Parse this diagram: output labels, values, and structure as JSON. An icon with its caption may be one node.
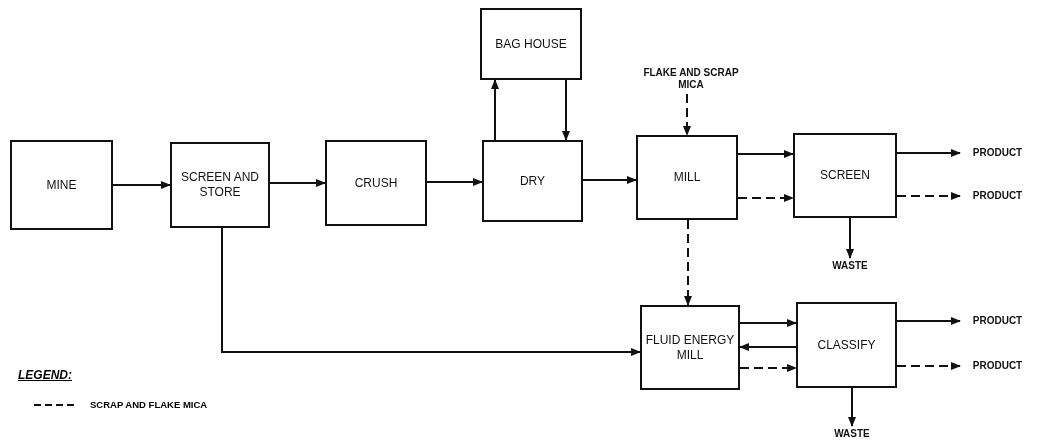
{
  "diagram": {
    "nodes": [
      {
        "text": [
          "MINE"
        ]
      },
      {
        "text": [
          "SCREEN AND STORE"
        ]
      },
      {
        "text": [
          "CRUSH"
        ]
      },
      {
        "text": [
          "BAG HOUSE"
        ]
      },
      {
        "text": [
          "DRY"
        ]
      },
      {
        "text": [
          "MILL"
        ]
      },
      {
        "text": [
          "SCREEN"
        ]
      },
      {
        "text": [
          "FLUID ENERGY MILL"
        ]
      },
      {
        "text": [
          "CLASSIFY"
        ]
      },
      {
        "text": [
          "FLAKE AND SCRAP MICA"
        ]
      },
      {
        "text": [
          "PRODUCT"
        ]
      },
      {
        "text": [
          "PRODUCT"
        ]
      },
      {
        "text": [
          "WASTE"
        ]
      },
      {
        "text": [
          "PRODUCT"
        ]
      },
      {
        "text": [
          "PRODUCT"
        ]
      },
      {
        "text": [
          "WASTE"
        ]
      }
    ],
    "edges": [
      {
        "from": 0,
        "to": 1,
        "arrow": "to"
      },
      {
        "from": 1,
        "to": 2,
        "arrow": "to"
      },
      {
        "from": 2,
        "to": 4,
        "arrow": "to"
      },
      {
        "from": 4,
        "to": 3,
        "arrow": "to"
      },
      {
        "from": 3,
        "to": 4,
        "arrow": "to"
      },
      {
        "from": 4,
        "to": 5,
        "arrow": "to"
      },
      {
        "from": 9,
        "to": 5,
        "arrow": "to",
        "style": "dashed"
      },
      {
        "from": 5,
        "to": 6,
        "arrow": "to"
      },
      {
        "from": 5,
        "to": 6,
        "arrow": "to",
        "style": "dashed"
      },
      {
        "from": 6,
        "to": 10,
        "arrow": "to"
      },
      {
        "from": 6,
        "to": 11,
        "arrow": "to",
        "style": "dashed"
      },
      {
        "from": 6,
        "to": 12,
        "arrow": "to"
      },
      {
        "from": 5,
        "to": 7,
        "arrow": "to",
        "style": "dashed"
      },
      {
        "from": 1,
        "to": 7,
        "arrow": "to"
      },
      {
        "from": 7,
        "to": 8,
        "arrow": "to"
      },
      {
        "from": 8,
        "to": 7,
        "arrow": "to"
      },
      {
        "from": 7,
        "to": 8,
        "arrow": "to",
        "style": "dashed"
      },
      {
        "from": 8,
        "to": 13,
        "arrow": "to"
      },
      {
        "from": 8,
        "to": 14,
        "arrow": "to",
        "style": "dashed"
      },
      {
        "from": 8,
        "to": 15,
        "arrow": "to"
      }
    ],
    "labels": [
      "LEGEND:"
    ],
    "legend": [
      {
        "text": "SCRAP AND FLAKE MICA"
      }
    ]
  }
}
